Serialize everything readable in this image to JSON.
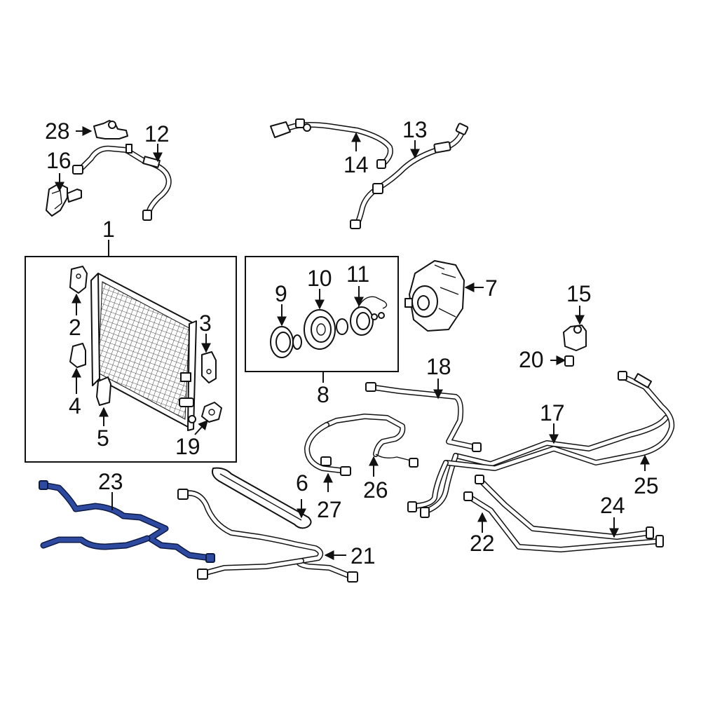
{
  "diagram": {
    "highlight_color": "#2d4aa0",
    "line_color": "#111111",
    "callouts": {
      "c1": "1",
      "c2": "2",
      "c3": "3",
      "c4": "4",
      "c5": "5",
      "c6": "6",
      "c7": "7",
      "c8": "8",
      "c9": "9",
      "c10": "10",
      "c11": "11",
      "c12": "12",
      "c13": "13",
      "c14": "14",
      "c15": "15",
      "c16": "16",
      "c17": "17",
      "c18": "18",
      "c19": "19",
      "c20": "20",
      "c21": "21",
      "c22": "22",
      "c23": "23",
      "c24": "24",
      "c25": "25",
      "c26": "26",
      "c27": "27",
      "c28": "28"
    }
  }
}
